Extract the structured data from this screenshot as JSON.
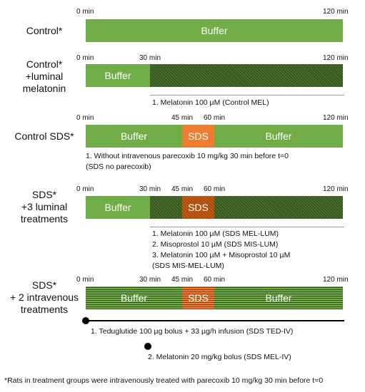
{
  "ticks": {
    "t0": "0 min",
    "t30": "30 min",
    "t45": "45 min",
    "t60": "60 min",
    "t120": "120 min"
  },
  "rows": {
    "control": {
      "label": "Control*",
      "seg_buffer": "Buffer"
    },
    "control_mel": {
      "label": [
        "Control*",
        "+luminal",
        "melatonin"
      ],
      "seg_buffer": "Buffer",
      "treatments": [
        "1. Melatonin 100 µM (Control MEL)"
      ]
    },
    "control_sds": {
      "label": "Control SDS*",
      "seg_buffer1": "Buffer",
      "seg_sds": "SDS",
      "seg_buffer2": "Buffer",
      "treatments": [
        "1. Without intravenous parecoxib 10 mg/kg 30 min before t=0",
        "(SDS no parecoxib)"
      ]
    },
    "sds_luminal": {
      "label": [
        "SDS*",
        "+3 luminal",
        "treatments"
      ],
      "seg_buffer": "Buffer",
      "seg_sds": "SDS",
      "treatments": [
        "1. Melatonin 100 µM (SDS MEL-LUM)",
        "2. Misoprostol 10 µM (SDS MIS-LUM)",
        "3. Melatonin 100 µM + Misoprostol 10 µM",
        "(SDS MIS-MEL-LUM)"
      ]
    },
    "sds_iv": {
      "label": [
        "SDS*",
        "+ 2 intravenous",
        "treatments"
      ],
      "seg_buffer1": "Buffer",
      "seg_sds": "SDS",
      "seg_buffer2": "Buffer",
      "treatments": [
        "1. Teduglutide 100 µg bolus + 33 µg/h infusion (SDS TED-IV)",
        "2. Melatonin 20 mg/kg bolus (SDS MEL-IV)"
      ]
    }
  },
  "footnote": "*Rats in treatment groups were intravenously treated with  parecoxib 10 mg/kg 30 min before t=0"
}
